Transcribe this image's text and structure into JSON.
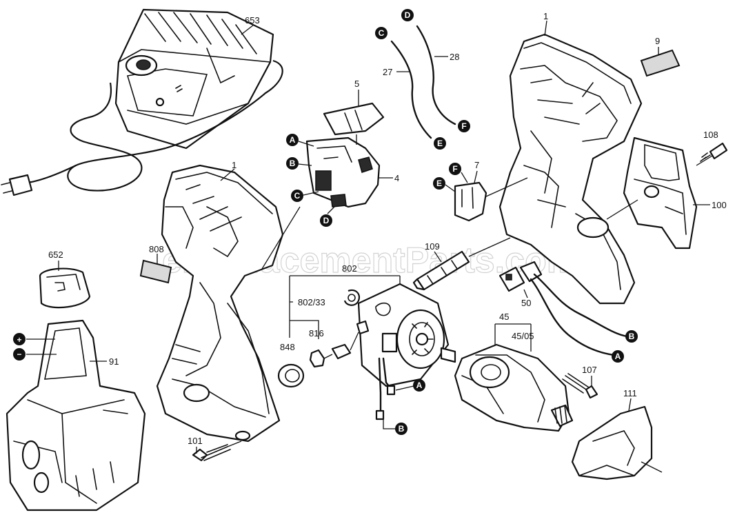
{
  "watermark": "eReplacementParts.com",
  "labels": {
    "p653": "653",
    "p1_top": "1",
    "p9": "9",
    "p5": "5",
    "p27": "27",
    "p28": "28",
    "p4": "4",
    "p7": "7",
    "p108": "108",
    "p100": "100",
    "p1_left": "1",
    "p808": "808",
    "p652": "652",
    "p802": "802",
    "p802_33": "802/33",
    "p848": "848",
    "p816": "816",
    "p109": "109",
    "p50": "50",
    "p45": "45",
    "p45_05": "45/05",
    "p107": "107",
    "p111": "111",
    "p91": "91",
    "p101": "101",
    "plus": "+",
    "minus": "−"
  },
  "connectors": {
    "switch_a": "A",
    "switch_b": "B",
    "switch_c": "C",
    "switch_d": "D",
    "wire27_c": "C",
    "wire28_d": "D",
    "wire27_e": "E",
    "wire28_f": "F",
    "part7_f": "F",
    "part7_e": "E",
    "part50_b": "B",
    "part50_a": "A",
    "motor_a": "A",
    "motor_b": "B"
  }
}
